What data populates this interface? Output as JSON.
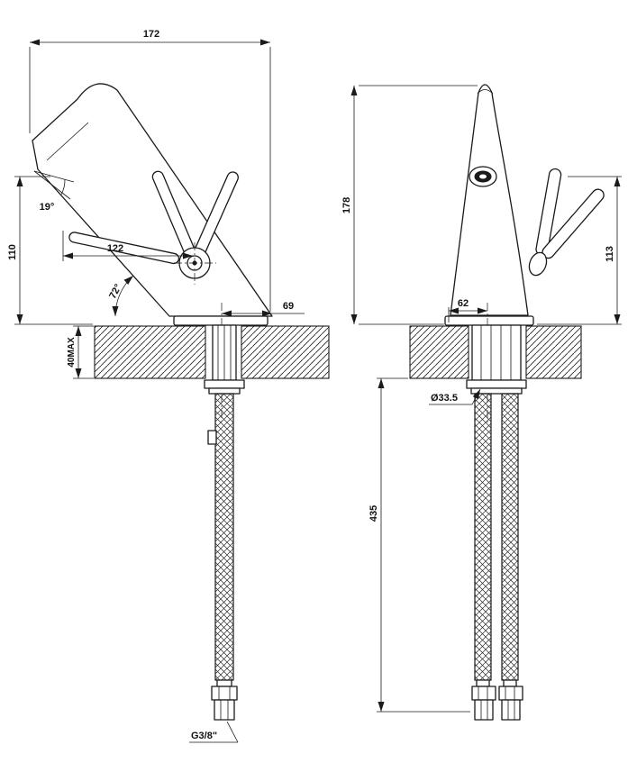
{
  "side_view": {
    "top_width": "172",
    "spout_angle": "19°",
    "spout_height": "110",
    "lever_reach": "122",
    "body_angle": "72°",
    "base_offset": "69",
    "max_deck_thickness": "40MAX",
    "thread_size": "G3/8\""
  },
  "front_view": {
    "body_height": "178",
    "handle_height": "113",
    "base_width": "62",
    "hole_diameter": "Ø33.5",
    "hose_length": "435"
  },
  "colors": {
    "line": "#1a1a1a",
    "background": "#ffffff"
  }
}
